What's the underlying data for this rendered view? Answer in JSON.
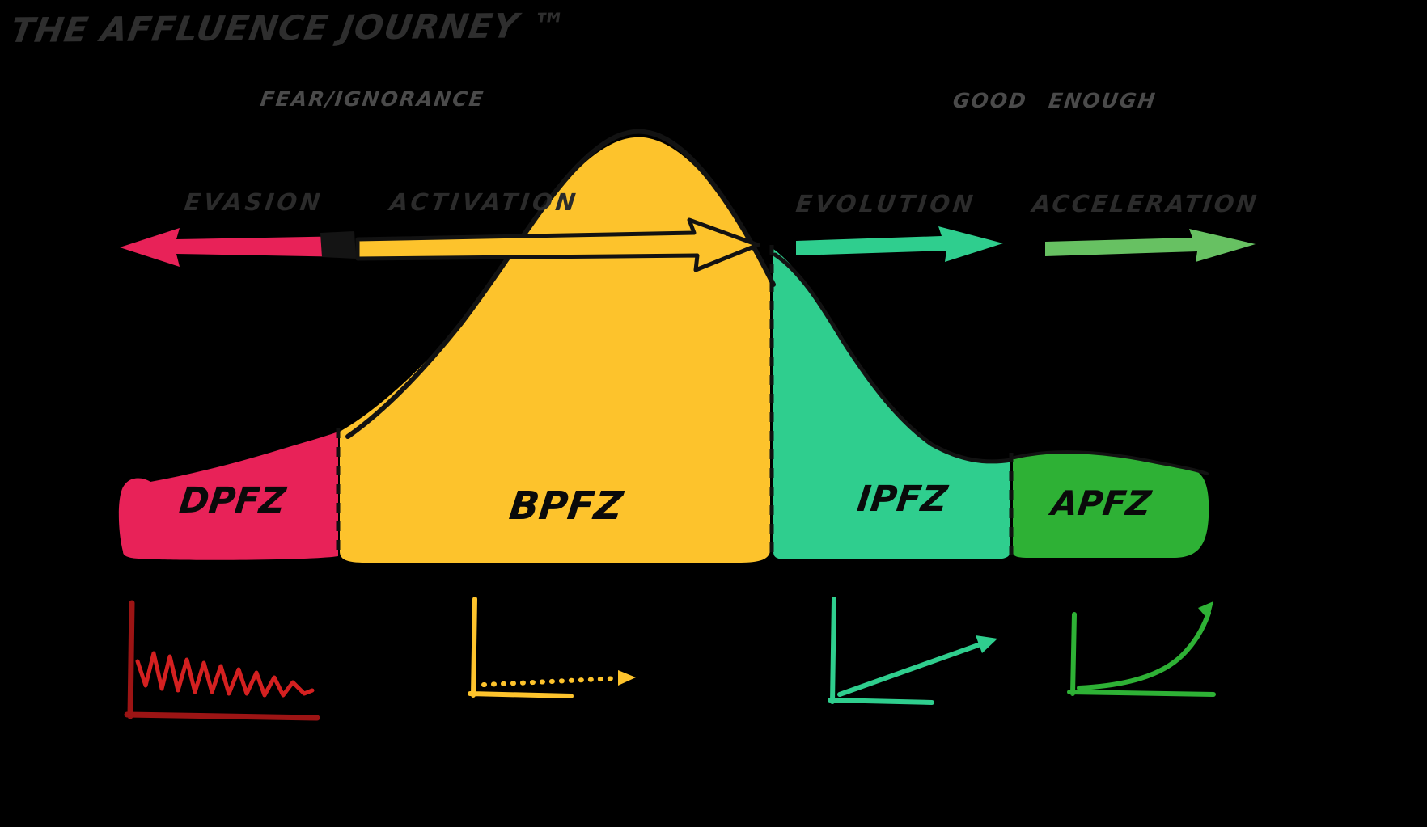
{
  "title": "THE AFFLUENCE JOURNEY ™",
  "annotations": {
    "fear_ignorance": "FEAR/IGNORANCE",
    "good_enough": "GOOD ENOUGH"
  },
  "stages": [
    {
      "label": "EVASION",
      "direction": "left",
      "arrow_color": "#e82258"
    },
    {
      "label": "ACTIVATION",
      "direction": "right",
      "arrow_color": "#fdc32c"
    },
    {
      "label": "EVOLUTION",
      "direction": "right",
      "arrow_color": "#2fce8e"
    },
    {
      "label": "ACCELERATION",
      "direction": "right",
      "arrow_color": "#67c162"
    }
  ],
  "zones": [
    {
      "label": "DPFZ",
      "color": "#e82258"
    },
    {
      "label": "BPFZ",
      "color": "#fdc32c"
    },
    {
      "label": "IPFZ",
      "color": "#2fce8e"
    },
    {
      "label": "APFZ",
      "color": "#2eb135"
    }
  ],
  "mini_charts": [
    {
      "zone": "DPFZ",
      "trend": "volatile-decline",
      "color": "#d42020",
      "axis_color": "#9c1414"
    },
    {
      "zone": "BPFZ",
      "trend": "flat-dotted",
      "color": "#fdc32c",
      "axis_color": "#fdc32c"
    },
    {
      "zone": "IPFZ",
      "trend": "linear-growth",
      "color": "#2fce8e",
      "axis_color": "#2fce8e"
    },
    {
      "zone": "APFZ",
      "trend": "exponential-growth",
      "color": "#2eb135",
      "axis_color": "#2eb135"
    }
  ],
  "colors": {
    "background": "#000000",
    "ink": "#121212",
    "title_text": "#2e2e2e",
    "muted_text": "#4a4a4a",
    "stage_text": "#2b2b2b"
  }
}
